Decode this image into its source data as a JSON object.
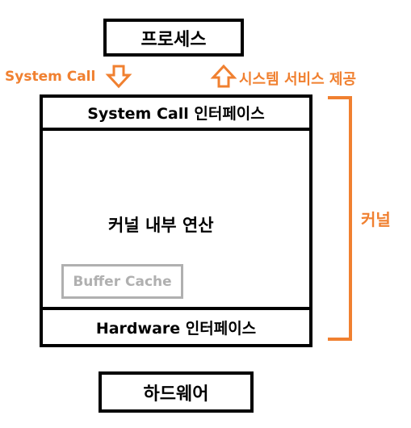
{
  "process": {
    "label": "프로세스"
  },
  "system_call": {
    "label": "System Call"
  },
  "system_service": {
    "label": "시스템 서비스 제공"
  },
  "kernel": {
    "syscall_interface": "System Call 인터페이스",
    "internal_ops": "커널 내부 연산",
    "buffer_cache": "Buffer Cache",
    "hardware_interface": "Hardware 인터페이스",
    "bracket_label": "커널"
  },
  "hardware": {
    "label": "하드웨어"
  },
  "colors": {
    "accent": "#F08030",
    "line": "#000000",
    "muted": "#B0B0B0"
  }
}
